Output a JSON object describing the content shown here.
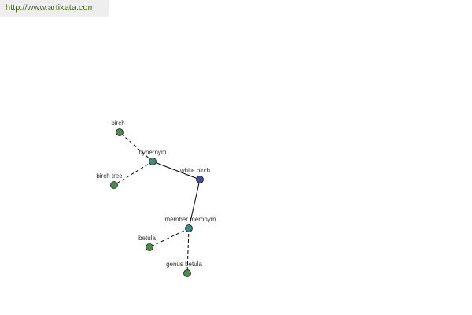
{
  "header": {
    "url_text": "http://www.artikata.com",
    "url_color": "#4a6b1e"
  },
  "graph": {
    "colors": {
      "center_node": "#3f4aa0",
      "relation_node": "#3f8a80",
      "leaf_node": "#4a8a4a",
      "edge": "#000000"
    },
    "nodes": [
      {
        "id": "white_birch",
        "label": "white birch",
        "kind": "center"
      },
      {
        "id": "hypernym",
        "label": "hypernym",
        "kind": "relation"
      },
      {
        "id": "birch",
        "label": "birch",
        "kind": "leaf"
      },
      {
        "id": "birch_tree",
        "label": "birch tree",
        "kind": "leaf"
      },
      {
        "id": "member_meronym",
        "label": "member meronym",
        "kind": "relation"
      },
      {
        "id": "betula",
        "label": "betula",
        "kind": "leaf"
      },
      {
        "id": "genus_betula",
        "label": "genus betula",
        "kind": "leaf"
      }
    ],
    "edges": [
      {
        "from": "white_birch",
        "to": "hypernym",
        "style": "solid"
      },
      {
        "from": "white_birch",
        "to": "member_meronym",
        "style": "solid"
      },
      {
        "from": "hypernym",
        "to": "birch",
        "style": "dashed"
      },
      {
        "from": "hypernym",
        "to": "birch_tree",
        "style": "dashed"
      },
      {
        "from": "member_meronym",
        "to": "betula",
        "style": "dashed"
      },
      {
        "from": "member_meronym",
        "to": "genus_betula",
        "style": "dashed"
      }
    ]
  }
}
